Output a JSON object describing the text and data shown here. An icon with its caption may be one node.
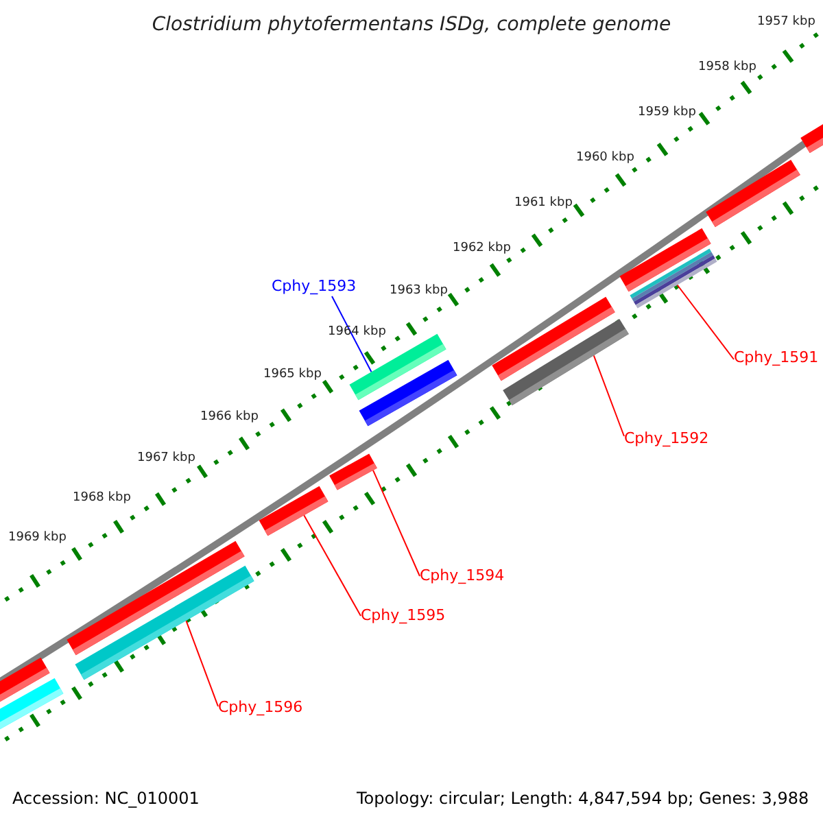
{
  "diagram": {
    "title": "Clostridium phytofermentans ISDg, complete genome",
    "nodes": [
      {
        "text": [
          "Cphy_1591"
        ]
      },
      {
        "text": [
          "Cphy_1592"
        ]
      },
      {
        "text": [
          "Cphy_1593"
        ]
      },
      {
        "text": [
          "Cphy_1594"
        ]
      },
      {
        "text": [
          "Cphy_1595"
        ]
      },
      {
        "text": [
          "Cphy_1596"
        ]
      },
      {
        "text": [],
        "shape": "bar"
      },
      {
        "text": [],
        "shape": "bar"
      },
      {
        "text": [],
        "shape": "bar"
      },
      {
        "text": [],
        "shape": "bar"
      },
      {
        "text": [],
        "shape": "bar"
      },
      {
        "text": [],
        "shape": "bar"
      },
      {
        "text": [],
        "shape": "bar"
      },
      {
        "text": [],
        "shape": "bar"
      },
      {
        "text": [],
        "shape": "bar"
      },
      {
        "text": [],
        "shape": "bar"
      },
      {
        "text": [],
        "shape": "bar"
      },
      {
        "text": [],
        "shape": "bar"
      },
      {
        "text": [],
        "shape": "bar"
      },
      {
        "text": [],
        "shape": "bar"
      }
    ],
    "edges": [
      {
        "from": 0,
        "to": 17,
        "arrow": "none"
      },
      {
        "from": 1,
        "to": 15,
        "arrow": "none"
      },
      {
        "from": 2,
        "to": 12,
        "arrow": "none",
        "color": "#0000ff"
      },
      {
        "from": 3,
        "to": 11,
        "arrow": "none"
      },
      {
        "from": 4,
        "to": 10,
        "arrow": "none"
      },
      {
        "from": 5,
        "to": 9,
        "arrow": "none"
      }
    ],
    "labels": [
      "1957 kbp",
      "1958 kbp",
      "1959 kbp",
      "1960 kbp",
      "1961 kbp",
      "1962 kbp",
      "1963 kbp",
      "1964 kbp",
      "1965 kbp",
      "1966 kbp",
      "1967 kbp",
      "1968 kbp",
      "1969 kbp",
      "Accession: NC_010001",
      "Topology: circular; Length: 4,847,594 bp; Genes: 3,988"
    ]
  }
}
